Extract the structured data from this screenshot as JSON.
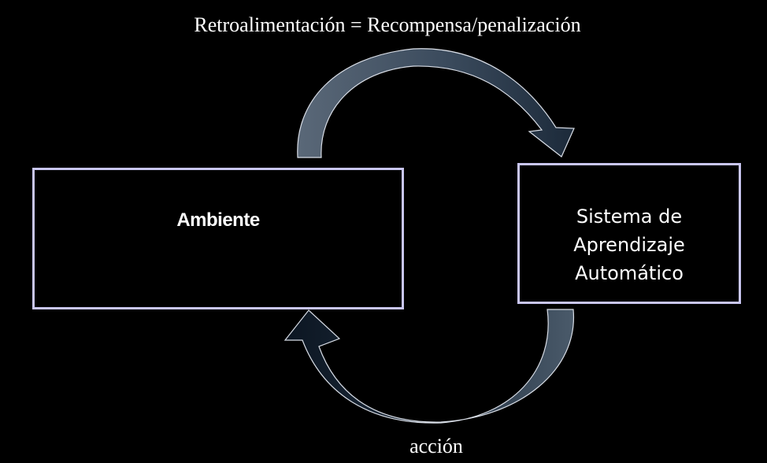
{
  "diagram": {
    "feedback_label": "Retroalimentación = Recompensa/penalización",
    "environment_label": "Ambiente",
    "learning_system_label": "Sistema de\nAprendizaje\nAutomático",
    "action_label": "acción"
  },
  "colors": {
    "background": "#000000",
    "box_border": "#c9c6f2",
    "arrow_light": "#4a5a6a",
    "arrow_dark": "#0e1a26",
    "arrow_outline": "#d8dde6",
    "text": "#ffffff"
  }
}
